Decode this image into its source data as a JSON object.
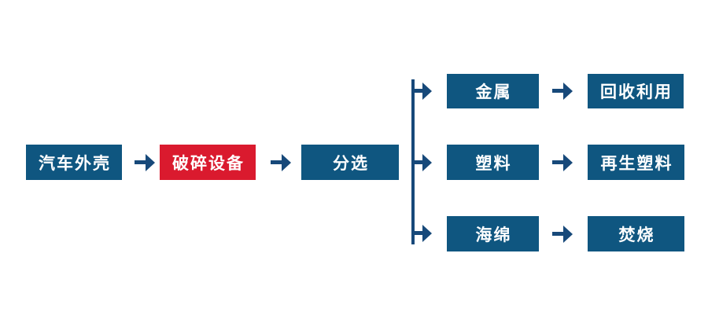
{
  "diagram": {
    "type": "flowchart",
    "description": "Automobile shell recycling process flow",
    "colors": {
      "box_blue": "#0F5680",
      "box_red": "#DA1A2E",
      "connector": "#17497A",
      "text_white": "#FFFFFF",
      "canvas_bg": "#FFFFFF"
    },
    "flow": {
      "source": {
        "label": "汽车外壳"
      },
      "process": {
        "label": "破碎设备"
      },
      "sort": {
        "label": "分选"
      }
    },
    "branches": [
      {
        "material": "金属",
        "result": "回收利用"
      },
      {
        "material": "塑料",
        "result": "再生塑料"
      },
      {
        "material": "海绵",
        "result": "焚烧"
      }
    ]
  }
}
